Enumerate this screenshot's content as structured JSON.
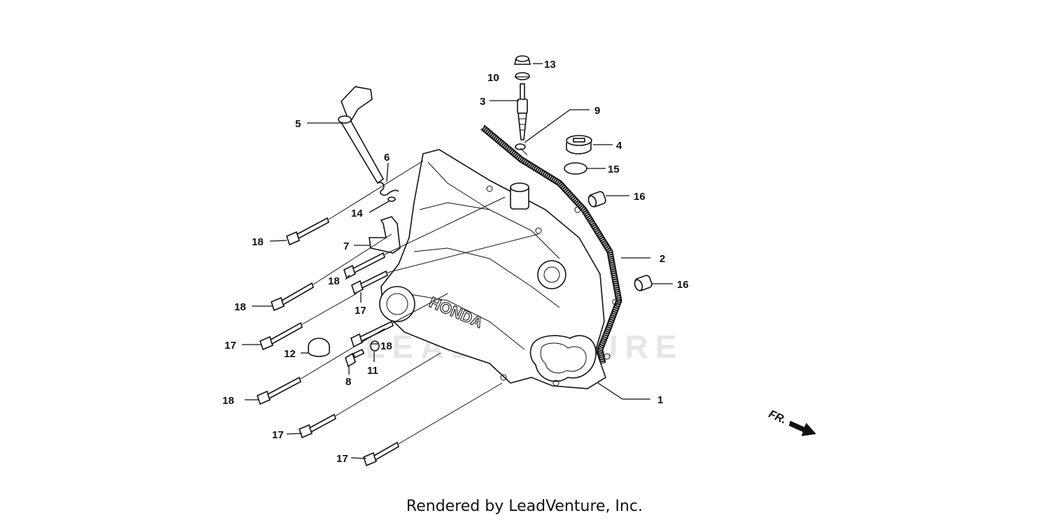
{
  "watermark": "LEADVENTURE",
  "case_logo": "HONDA",
  "direction_label": "FR.",
  "caption": "Rendered by LeadVenture, Inc.",
  "callouts": [
    "13",
    "10",
    "3",
    "9",
    "4",
    "15",
    "5",
    "6",
    "14",
    "16",
    "18",
    "7",
    "2",
    "18",
    "16",
    "18",
    "17",
    "17",
    "12",
    "18",
    "11",
    "8",
    "1",
    "18",
    "17",
    "17"
  ]
}
